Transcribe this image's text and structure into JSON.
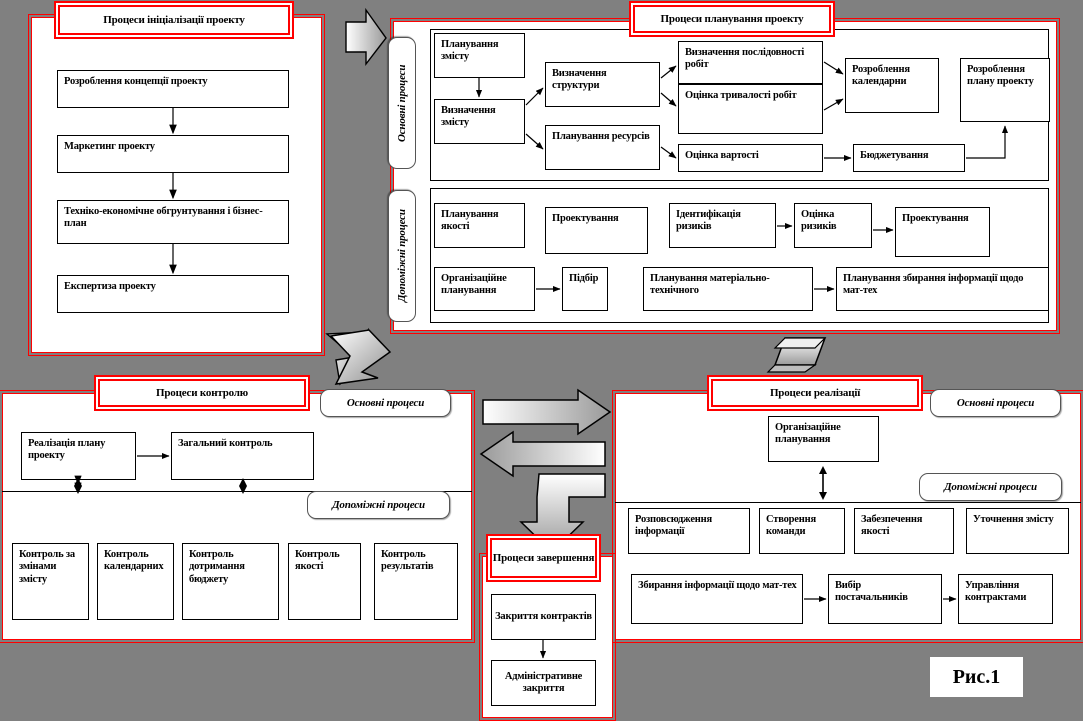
{
  "figure": {
    "caption": "Рис.1"
  },
  "side_labels": {
    "main": "Основні процеси",
    "support": "Допоміжні процеси"
  },
  "sections": {
    "initiation": {
      "title": "Процеси ініціалізації проекту",
      "boxes": [
        "Розроблення  концепції проекту",
        "Маркетинг  проекту",
        "Техніко-економічне обгрунтування  і бізнес-план",
        "Експертиза  проекту"
      ]
    },
    "planning": {
      "title": "Процеси планування проекту",
      "main_label": "Основні процеси",
      "support_label": "Допоміжні процеси",
      "main_boxes": [
        "Планування змісту",
        "Визначення змісту",
        "Визначення структури",
        "Планування ресурсів",
        "Визначення послідовності робіт",
        "Оцінка тривалості робіт",
        "Оцінка вартості",
        "Розроблення календарни",
        "Бюджетування",
        "Розроблення плану проекту"
      ],
      "support_boxes": [
        "Планування якості",
        "Проектування",
        "Ідентифікація ризиків",
        "Оцінка ризиків",
        "Проектування",
        "Організаційне планування",
        "Підбір",
        "Планування матеріально-технічного",
        "Планування збирання інформації щодо мат-тех"
      ]
    },
    "control": {
      "title": "Процеси контролю",
      "main_label": "Основні процеси",
      "support_label": "Допоміжні процеси",
      "main_boxes": [
        "Реалізація плану проекту",
        "Загальний контроль"
      ],
      "support_boxes": [
        "Контроль за змінами змісту",
        "Контроль календарних",
        "Контроль дотримання бюджету",
        "Контроль якості",
        "Контроль результатів"
      ]
    },
    "realization": {
      "title": "Процеси реалізації",
      "main_label": "Основні процеси",
      "support_label": "Допоміжні процеси",
      "main_boxes": [
        "Організаційне планування"
      ],
      "support_boxes": [
        "Розповсюдження інформації",
        "Створення команди",
        "Забезпечення якості",
        "Уточнення змісту",
        "Збирання  інформації щодо мат-тех",
        "Вибір постачальників",
        "Управління контрактами"
      ]
    },
    "completion": {
      "title": "Процеси завершення",
      "boxes": [
        "Закриття контрактів",
        "Адміністративне закриття"
      ]
    }
  },
  "colors": {
    "frame_red": "#ff0000",
    "background": "#808080",
    "box_border": "#000000",
    "panel_fill": "#ffffff"
  }
}
